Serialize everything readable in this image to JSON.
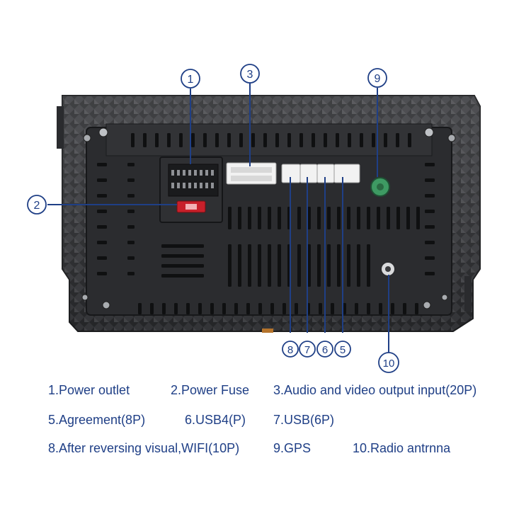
{
  "colors": {
    "accent": "#1f3f86",
    "panel": "#3a3b3e",
    "panel_dark": "#1d1e20",
    "connector": "#f2f2f2",
    "fuse": "#c8202a",
    "gps": "#3e9a63"
  },
  "callouts": {
    "c1": "1",
    "c2": "2",
    "c3": "3",
    "c5": "5",
    "c6": "6",
    "c7": "7",
    "c8": "8",
    "c9": "9",
    "c10": "10"
  },
  "legend": {
    "power_outlet": "1.Power outlet",
    "power_fuse": "2.Power Fuse",
    "av_io": "3.Audio and video output input(20P)",
    "agreement": "5.Agreement(8P)",
    "usb4": "6.USB4(P)",
    "usb6": "7.USB(6P)",
    "reversing_wifi": "8.After reversing visual,WIFI(10P)",
    "gps": "9.GPS",
    "radio": "10.Radio antrnna"
  }
}
